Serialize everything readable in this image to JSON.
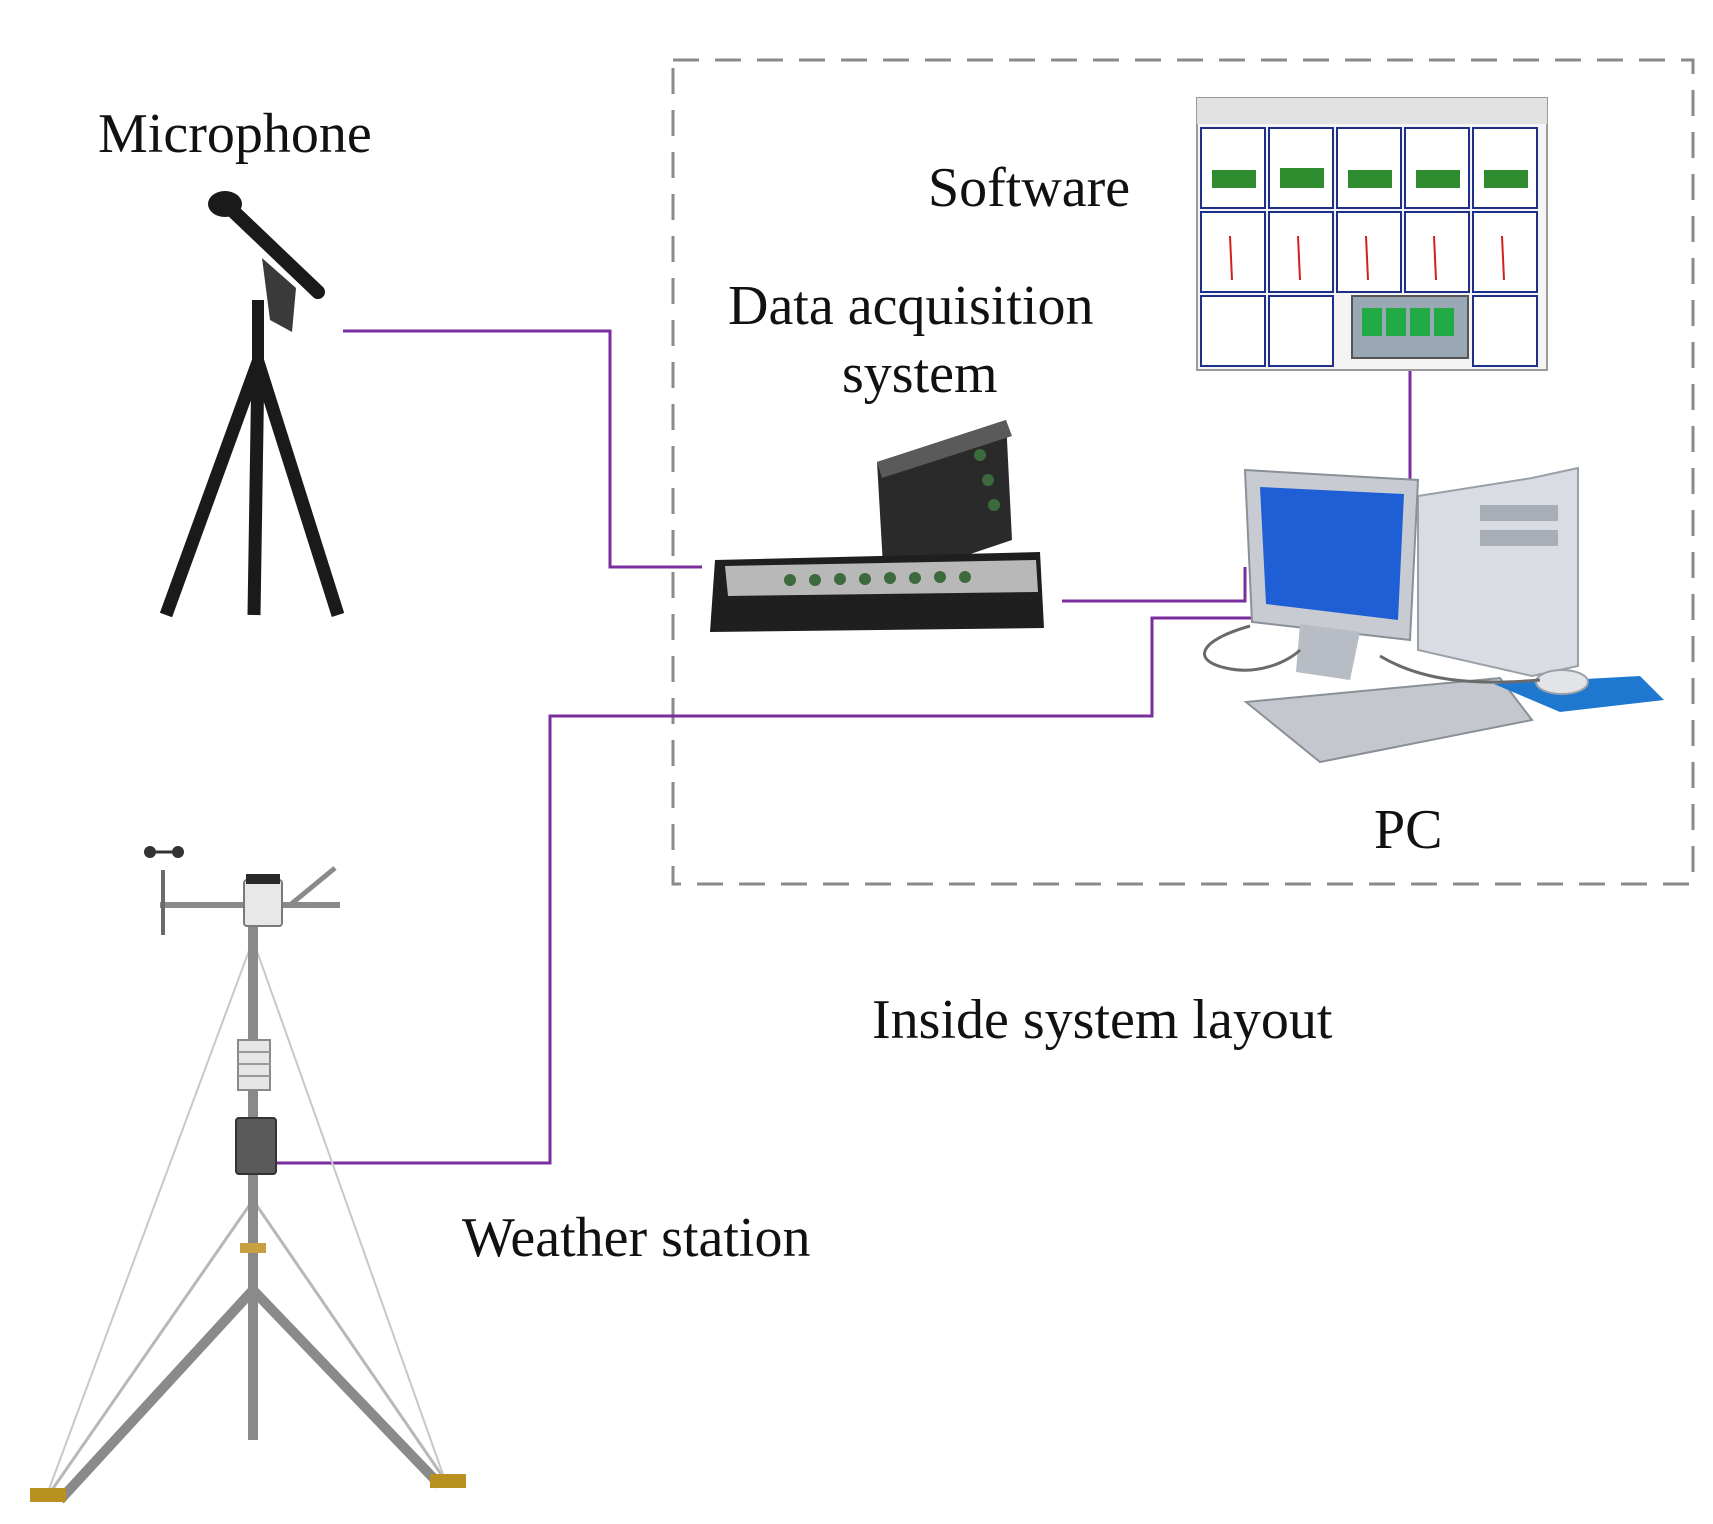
{
  "labels": {
    "microphone": "Microphone",
    "software": "Software",
    "daq_line1": "Data acquisition",
    "daq_line2": "system",
    "pc": "PC",
    "inside_layout": "Inside system layout",
    "weather_station": "Weather station"
  },
  "colors": {
    "connector": "#7a2e9e",
    "dashed_border": "#8a8a8a",
    "monitor_screen": "#1f5fd6",
    "device_dark": "#2a2a2a",
    "pc_case": "#d9dde3",
    "mousepad": "#1e78d0"
  },
  "icons": {
    "microphone": "microphone-on-tripod-icon",
    "daq": "data-acquisition-rack-icon",
    "software": "software-screenshot-icon",
    "pc": "desktop-computer-icon",
    "weather": "weather-station-tripod-icon"
  }
}
